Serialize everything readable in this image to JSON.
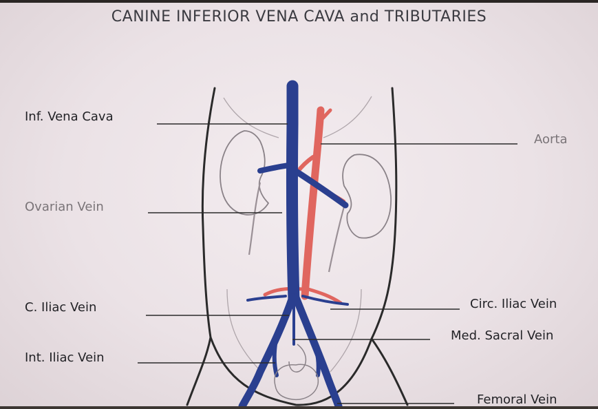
{
  "title": "CANINE INFERIOR VENA CAVA and TRIBUTARIES",
  "labels": {
    "inf_vena_cava": "Inf. Vena Cava",
    "aorta": "Aorta",
    "ovarian_vein": "Ovarian Vein",
    "c_iliac_vein": "C. Iliac Vein",
    "circ_iliac_vein": "Circ. Iliac Vein",
    "med_sacral_vein": "Med. Sacral Vein",
    "int_iliac_vein": "Int. Iliac Vein",
    "femoral_vein": "Femoral Vein"
  },
  "colors": {
    "vein": "#2a3f8f",
    "artery": "#e0665f",
    "outline": "#2a2a2a",
    "background": "#efe7ea"
  }
}
